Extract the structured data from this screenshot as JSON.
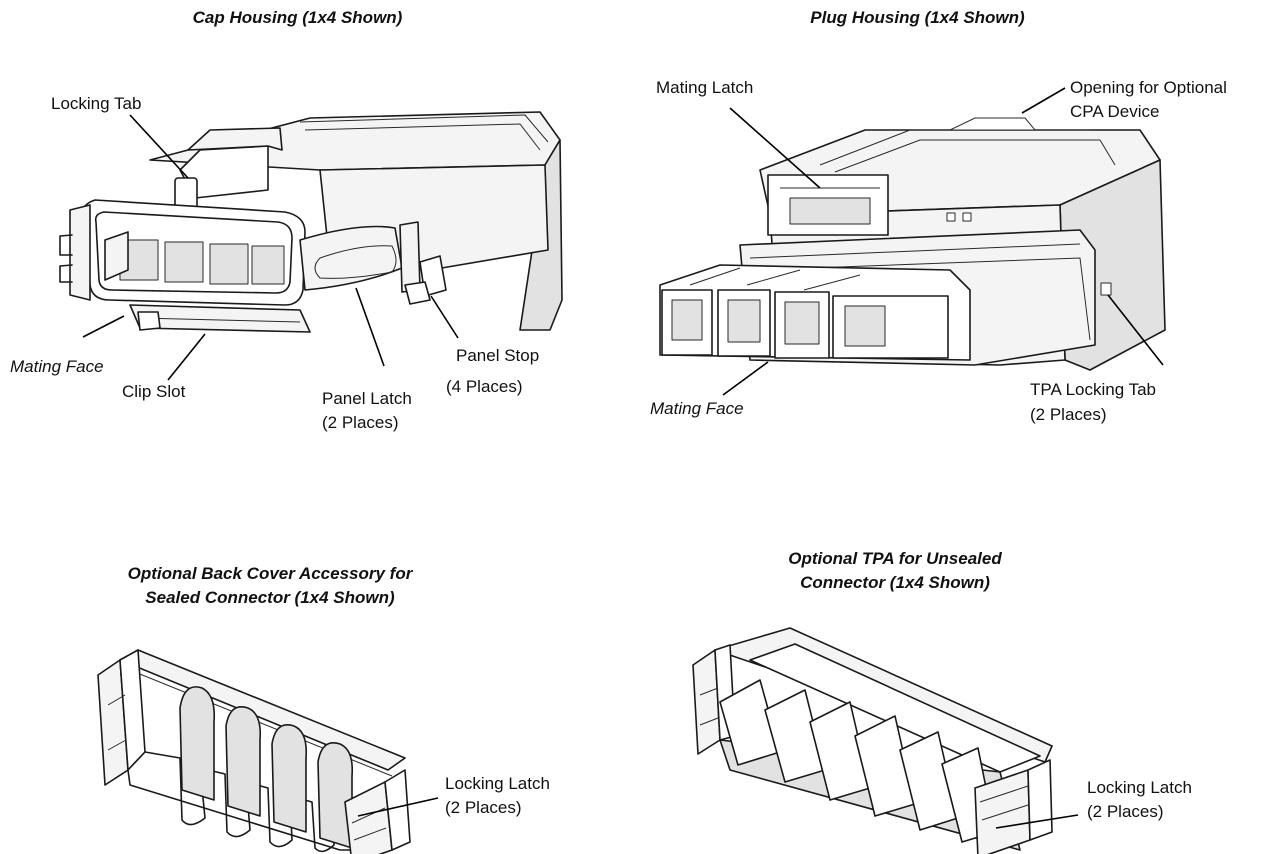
{
  "panels": {
    "cap_housing": {
      "title": "Cap Housing (1x4 Shown)",
      "labels": {
        "locking_tab": "Locking Tab",
        "mating_face": "Mating Face",
        "clip_slot": "Clip Slot",
        "panel_latch_line1": "Panel Latch",
        "panel_latch_line2": "(2 Places)",
        "panel_stop_line1": "Panel Stop",
        "panel_stop_line2": "(4 Places)"
      }
    },
    "plug_housing": {
      "title": "Plug Housing (1x4 Shown)",
      "labels": {
        "mating_latch": "Mating Latch",
        "cpa_opening_line1": "Opening for Optional",
        "cpa_opening_line2": "CPA Device",
        "mating_face": "Mating Face",
        "tpa_locking_tab_line1": "TPA Locking Tab",
        "tpa_locking_tab_line2": "(2 Places)"
      }
    },
    "back_cover": {
      "title_line1": "Optional Back Cover Accessory for",
      "title_line2": "Sealed Connector (1x4 Shown)",
      "labels": {
        "locking_latch_line1": "Locking Latch",
        "locking_latch_line2": "(2 Places)"
      }
    },
    "tpa": {
      "title_line1": "Optional TPA for Unsealed",
      "title_line2": "Connector (1x4 Shown)",
      "labels": {
        "locking_latch_line1": "Locking Latch",
        "locking_latch_line2": "(2 Places)"
      }
    }
  }
}
